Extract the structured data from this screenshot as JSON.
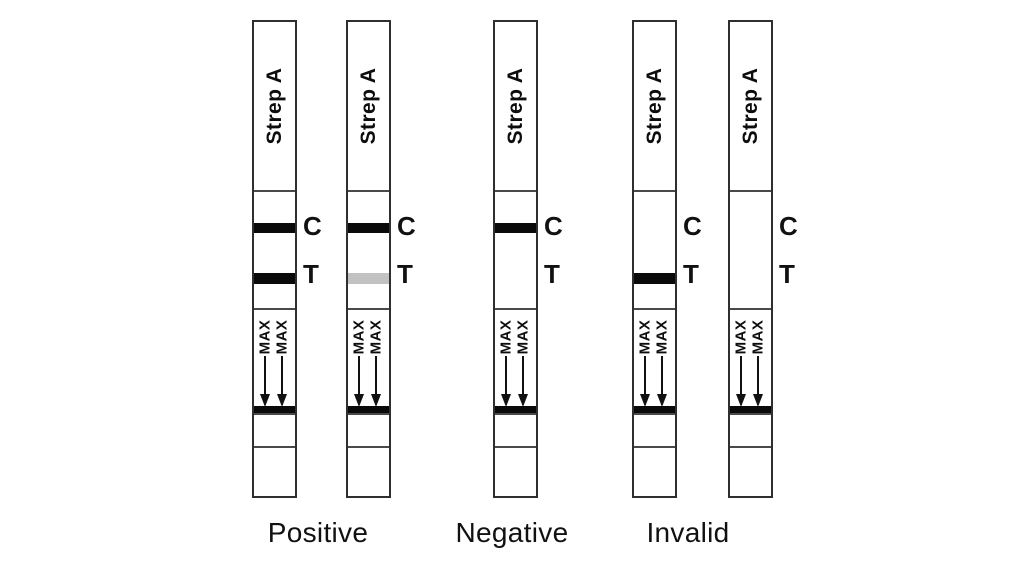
{
  "figure": {
    "strip_title": "Strep A",
    "control_label": "C",
    "test_label": "T",
    "max_label": "MAX",
    "strips": [
      {
        "group": "Positive",
        "c_band": "black",
        "t_band": "black"
      },
      {
        "group": "Positive",
        "c_band": "black",
        "t_band": "gray"
      },
      {
        "group": "Negative",
        "c_band": "black",
        "t_band": "none"
      },
      {
        "group": "Invalid",
        "c_band": "none",
        "t_band": "black"
      },
      {
        "group": "Invalid",
        "c_band": "none",
        "t_band": "none"
      }
    ],
    "captions": [
      {
        "label": "Positive"
      },
      {
        "label": "Negative"
      },
      {
        "label": "Invalid"
      }
    ],
    "colors": {
      "band_black": "#0a0a0a",
      "band_gray": "#c2c2c2"
    }
  }
}
